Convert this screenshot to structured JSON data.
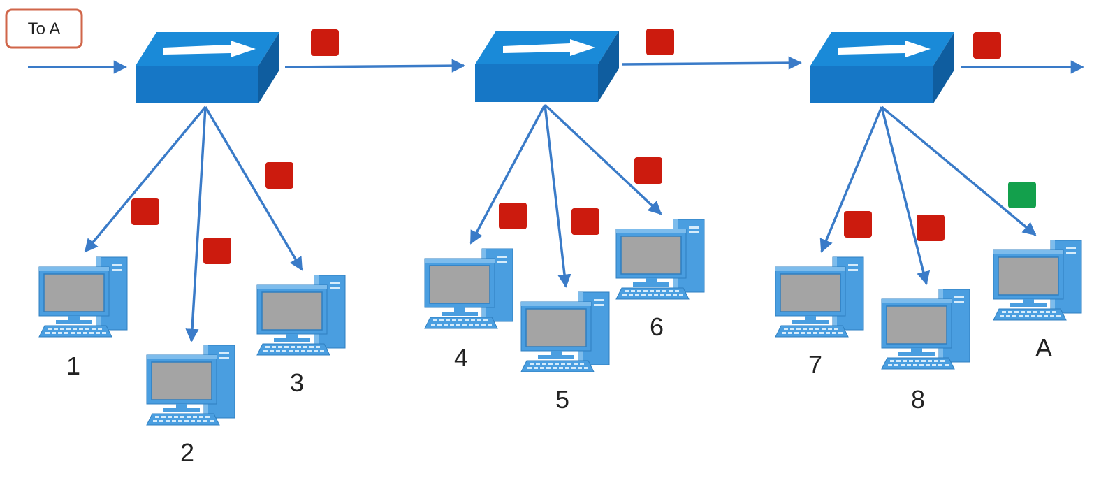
{
  "tag": {
    "text": "To A",
    "border_color": "#d0664a"
  },
  "colors": {
    "arrow": "#3a7bc8",
    "switch_top": "#1a8ad8",
    "switch_front": "#1677c6",
    "switch_side": "#0f5d9f",
    "packet_dropped": "#cc1b0e",
    "packet_delivered": "#13a04c",
    "pc_frame": "#4a9ee0",
    "pc_screen": "#a4a4a4"
  },
  "icons": {
    "switch": "network-switch-icon",
    "computer": "desktop-computer-icon",
    "packet": "packet-square-icon"
  },
  "hosts": [
    {
      "label": "1",
      "packet": "dropped"
    },
    {
      "label": "2",
      "packet": "dropped"
    },
    {
      "label": "3",
      "packet": "dropped"
    },
    {
      "label": "4",
      "packet": "dropped"
    },
    {
      "label": "5",
      "packet": "dropped"
    },
    {
      "label": "6",
      "packet": "dropped"
    },
    {
      "label": "7",
      "packet": "dropped"
    },
    {
      "label": "8",
      "packet": "dropped"
    },
    {
      "label": "A",
      "packet": "delivered"
    }
  ],
  "switches": [
    {
      "host_labels": [
        "1",
        "2",
        "3"
      ]
    },
    {
      "host_labels": [
        "4",
        "5",
        "6"
      ]
    },
    {
      "host_labels": [
        "7",
        "8",
        "A"
      ]
    }
  ]
}
